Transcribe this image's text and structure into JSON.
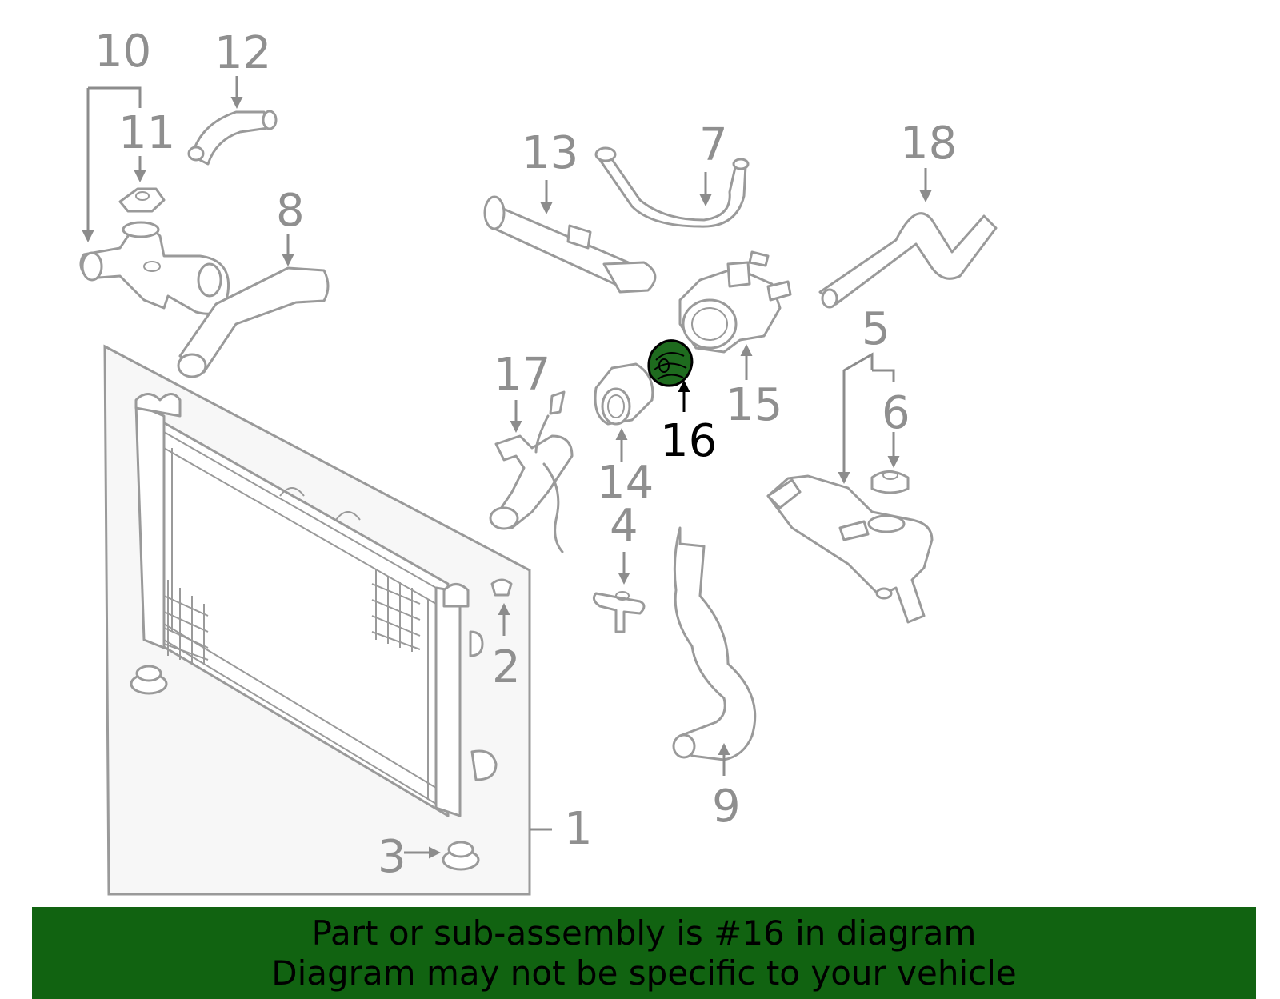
{
  "diagram": {
    "callouts": {
      "c1": "1",
      "c2": "2",
      "c3": "3",
      "c4": "4",
      "c5": "5",
      "c6": "6",
      "c7": "7",
      "c8": "8",
      "c9": "9",
      "c10": "10",
      "c11": "11",
      "c12": "12",
      "c13": "13",
      "c14": "14",
      "c15": "15",
      "c16": "16",
      "c17": "17",
      "c18": "18"
    },
    "highlighted_part": "16",
    "colors": {
      "line_art": "#9a9a9a",
      "highlight": "#1e6b1e",
      "banner_background": "#116311",
      "panel_background": "#f7f7f7"
    }
  },
  "banner": {
    "line1": "Part or sub-assembly is #16 in diagram",
    "line2": "Diagram may not be specific to your vehicle"
  }
}
